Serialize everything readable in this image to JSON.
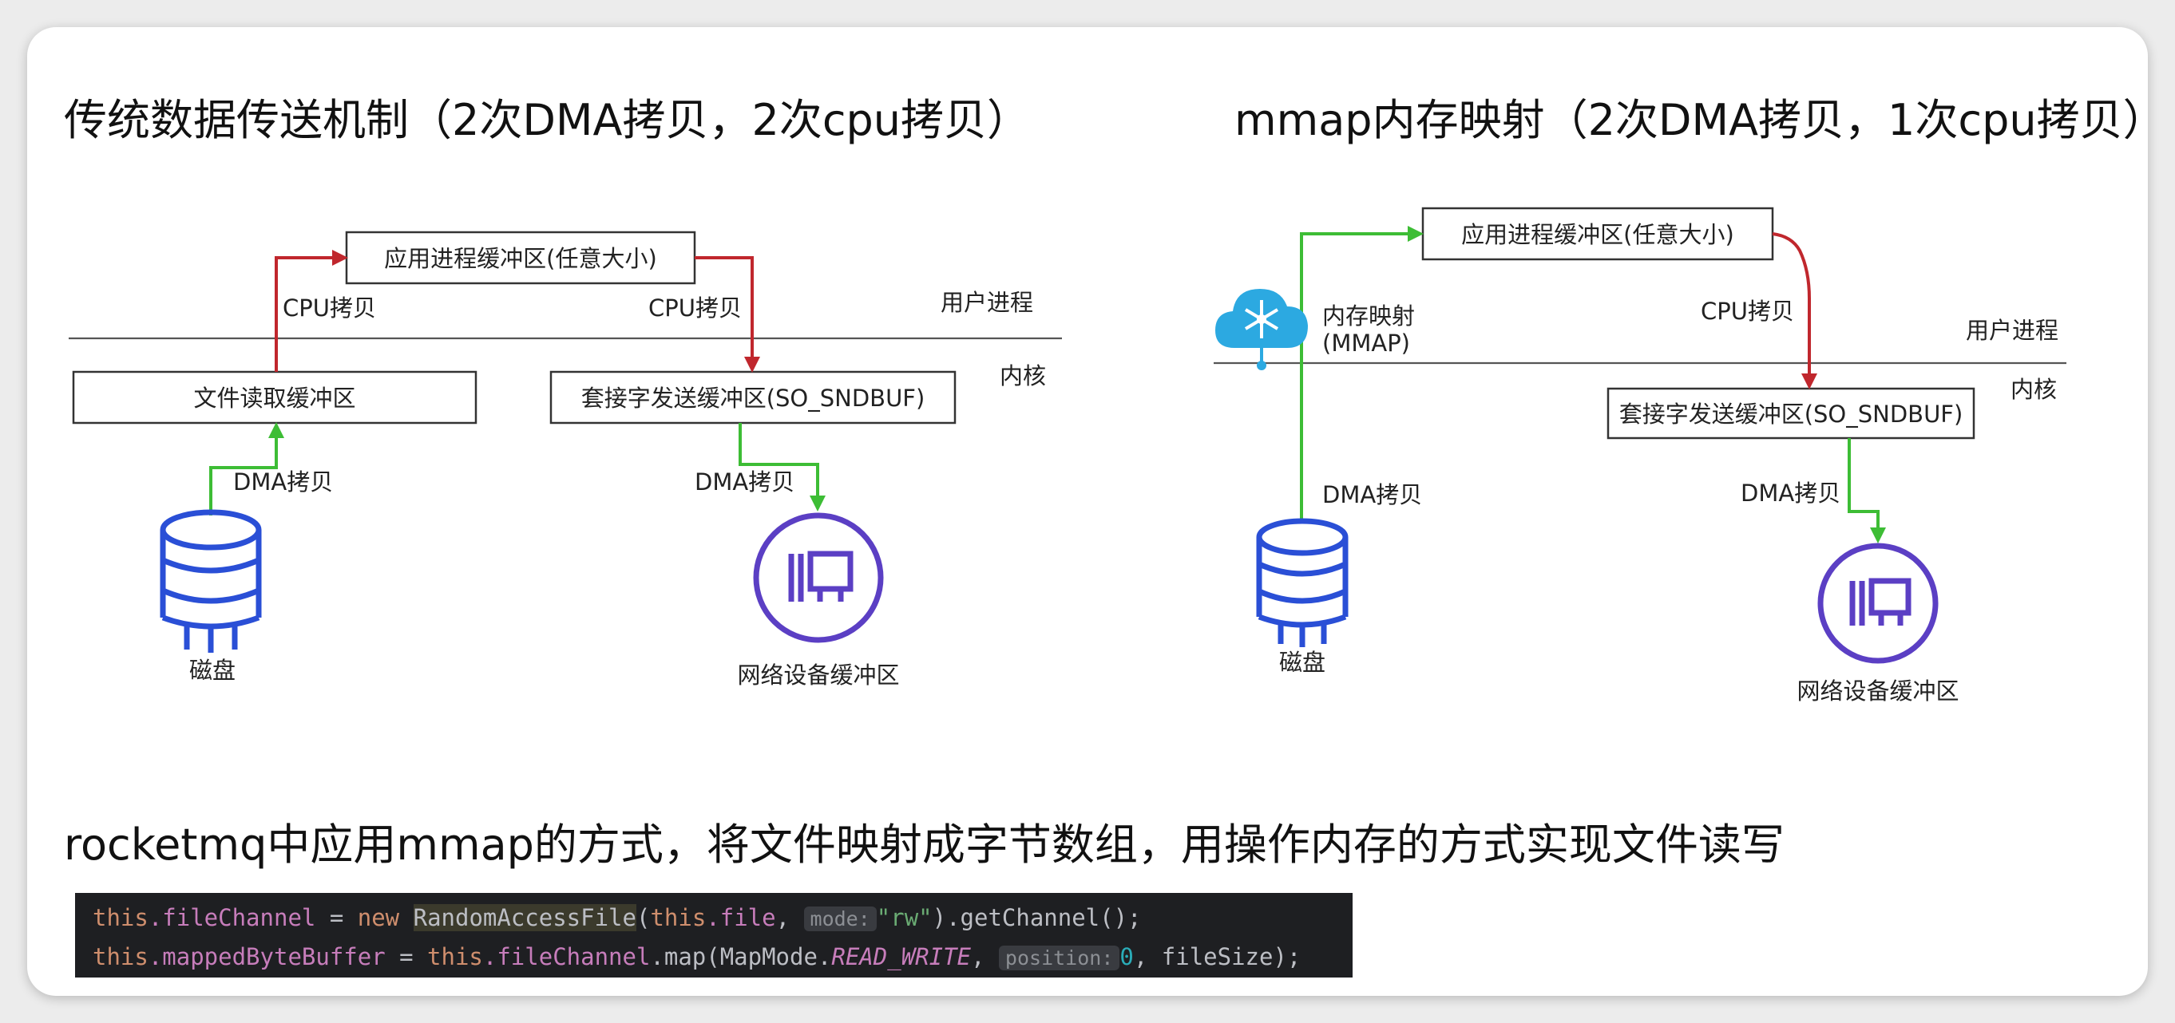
{
  "headings": {
    "traditional": "传统数据传送机制（2次DMA拷贝，2次cpu拷贝）",
    "mmap": "mmap内存映射（2次DMA拷贝，1次cpu拷贝）",
    "rocketmq": "rocketmq中应用mmap的方式，将文件映射成字节数组，用操作内存的方式实现文件读写"
  },
  "left_diagram": {
    "app_buffer": "应用进程缓冲区(任意大小)",
    "file_buffer": "文件读取缓冲区",
    "socket_buffer": "套接字发送缓冲区(SO_SNDBUF)",
    "cpu_copy_1": "CPU拷贝",
    "cpu_copy_2": "CPU拷贝",
    "user_space": "用户进程",
    "kernel": "内核",
    "dma_copy_1": "DMA拷贝",
    "dma_copy_2": "DMA拷贝",
    "disk": "磁盘",
    "nic": "网络设备缓冲区"
  },
  "right_diagram": {
    "app_buffer": "应用进程缓冲区(任意大小)",
    "mmap_label_1": "内存映射",
    "mmap_label_2": "(MMAP)",
    "cpu_copy": "CPU拷贝",
    "user_space": "用户进程",
    "kernel": "内核",
    "socket_buffer": "套接字发送缓冲区(SO_SNDBUF)",
    "dma_copy_1": "DMA拷贝",
    "dma_copy_2": "DMA拷贝",
    "disk": "磁盘",
    "nic": "网络设备缓冲区"
  },
  "code": {
    "line1": {
      "this1": "this",
      "field1": ".fileChannel",
      "assign": " = ",
      "new_kw": "new",
      "sp": " ",
      "cls": "RandomAccessFile",
      "open": "(",
      "this2": "this",
      "field2": ".file",
      "comma": ", ",
      "hint": "mode:",
      "str": "\"rw\"",
      "tail": ").getChannel();"
    },
    "line2": {
      "this1": "this",
      "field1": ".mappedByteBuffer",
      "assign": " = ",
      "this2": "this",
      "field2": ".fileChannel",
      "mid": ".map(MapMode.",
      "const": "READ_WRITE",
      "comma": ", ",
      "hint": "position:",
      "num": "0",
      "tail": ", fileSize);"
    }
  },
  "colors": {
    "cpu_arrow": "#c0272d",
    "dma_arrow": "#3dbd35",
    "disk_icon": "#2a4fd6",
    "nic_icon": "#5b3fc4",
    "cloud_icon": "#2ca9e1",
    "code_bg": "#1e1f22"
  },
  "icons": {
    "disk": "database-icon",
    "nic": "network-card-icon",
    "mmap": "cloud-network-icon"
  }
}
